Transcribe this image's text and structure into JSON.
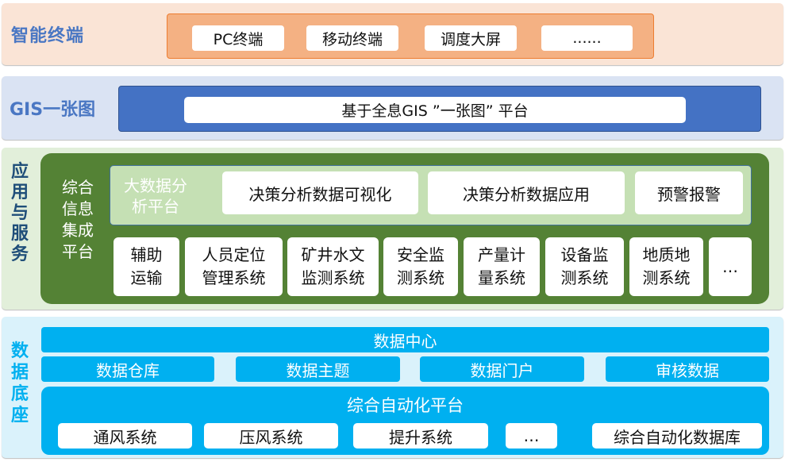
{
  "colors": {
    "terminal_bg": "#fae4d6",
    "terminal_box": "#f4b183",
    "gis_bg": "#dae3f3",
    "gis_box": "#4472c4",
    "app_bg": "#e2efda",
    "app_box": "#548235",
    "bigdata_box": "#c5e0b4",
    "data_bg": "#daf2fb",
    "data_blue": "#00b0f0",
    "title_blue": "#4a77c3",
    "title_navy": "#1f4e79"
  },
  "terminal": {
    "title": "智能终端",
    "items": [
      "PC终端",
      "移动终端",
      "调度大屏",
      "......"
    ]
  },
  "gis": {
    "title": "GIS一张图",
    "platform": "基于全息GIS ”一张图” 平台"
  },
  "app": {
    "title": "应用与服务",
    "title_chars": [
      "应",
      "用",
      "与",
      "服",
      "务"
    ],
    "integration_label": "综合信息集成平台",
    "integration_lines": [
      "综合",
      "信息",
      "集成",
      "平台"
    ],
    "bigdata": {
      "label_lines": [
        "大数据分",
        "析平台"
      ],
      "items": [
        "决策分析数据可视化",
        "决策分析数据应用",
        "预警报警"
      ]
    },
    "systems": [
      {
        "lines": [
          "辅助",
          "运输"
        ]
      },
      {
        "lines": [
          "人员定位",
          "管理系统"
        ]
      },
      {
        "lines": [
          "矿井水文",
          "监测系统"
        ]
      },
      {
        "lines": [
          "安全监",
          "测系统"
        ]
      },
      {
        "lines": [
          "产量计",
          "量系统"
        ]
      },
      {
        "lines": [
          "设备监",
          "测系统"
        ]
      },
      {
        "lines": [
          "地质地",
          "测系统"
        ]
      },
      {
        "lines": [
          "…"
        ]
      }
    ]
  },
  "data": {
    "title": "数据底座",
    "title_chars": [
      "数",
      "据",
      "底",
      "座"
    ],
    "center": "数据中心",
    "subs": [
      "数据仓库",
      "数据主题",
      "数据门户",
      "审核数据"
    ],
    "automation": {
      "title": "综合自动化平台",
      "items": [
        "通风系统",
        "压风系统",
        "提升系统",
        "…",
        "综合自动化数据库"
      ]
    }
  }
}
